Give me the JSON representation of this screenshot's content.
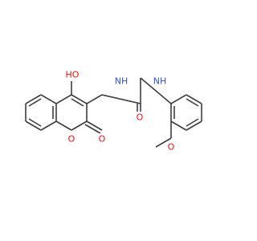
{
  "molecule": {
    "atoms": {
      "hydroxyl": "HO",
      "urea_nh_left": "NH",
      "urea_nh_right": "NH",
      "urea_oxygen": "O",
      "ring_oxygen": "O",
      "lactone_carbonyl_oxygen": "O",
      "methoxy_oxygen": "O"
    }
  },
  "colors": {
    "bond": "#3d3d3d",
    "oxygen": "#ff0d0d",
    "nitrogen": "#3050f8",
    "background": "#ffffff"
  }
}
